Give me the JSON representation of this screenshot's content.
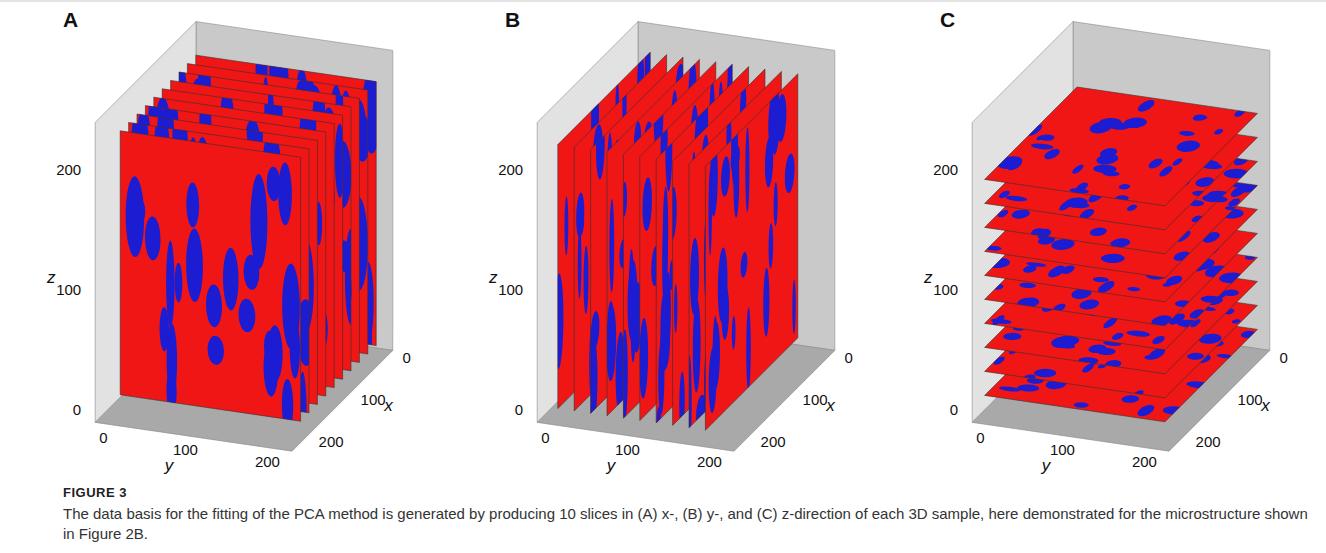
{
  "diagram": {
    "caption": "The data basis for the fitting of the PCA method is generated by producing 10 slices in (A) x-, (B) y-, and (C) z-direction of each 3D sample, here demonstrated for the microstructure shown in Figure 2B.",
    "labels": [
      "A",
      "200",
      "100",
      "0",
      "z",
      "0",
      "100",
      "200",
      "y",
      "0",
      "100",
      "200",
      "x",
      "B",
      "200",
      "100",
      "0",
      "z",
      "0",
      "100",
      "200",
      "y",
      "0",
      "100",
      "200",
      "x",
      "C",
      "200",
      "100",
      "0",
      "z",
      "0",
      "100",
      "200",
      "y",
      "0",
      "100",
      "200",
      "x",
      "FIGURE 3"
    ]
  }
}
